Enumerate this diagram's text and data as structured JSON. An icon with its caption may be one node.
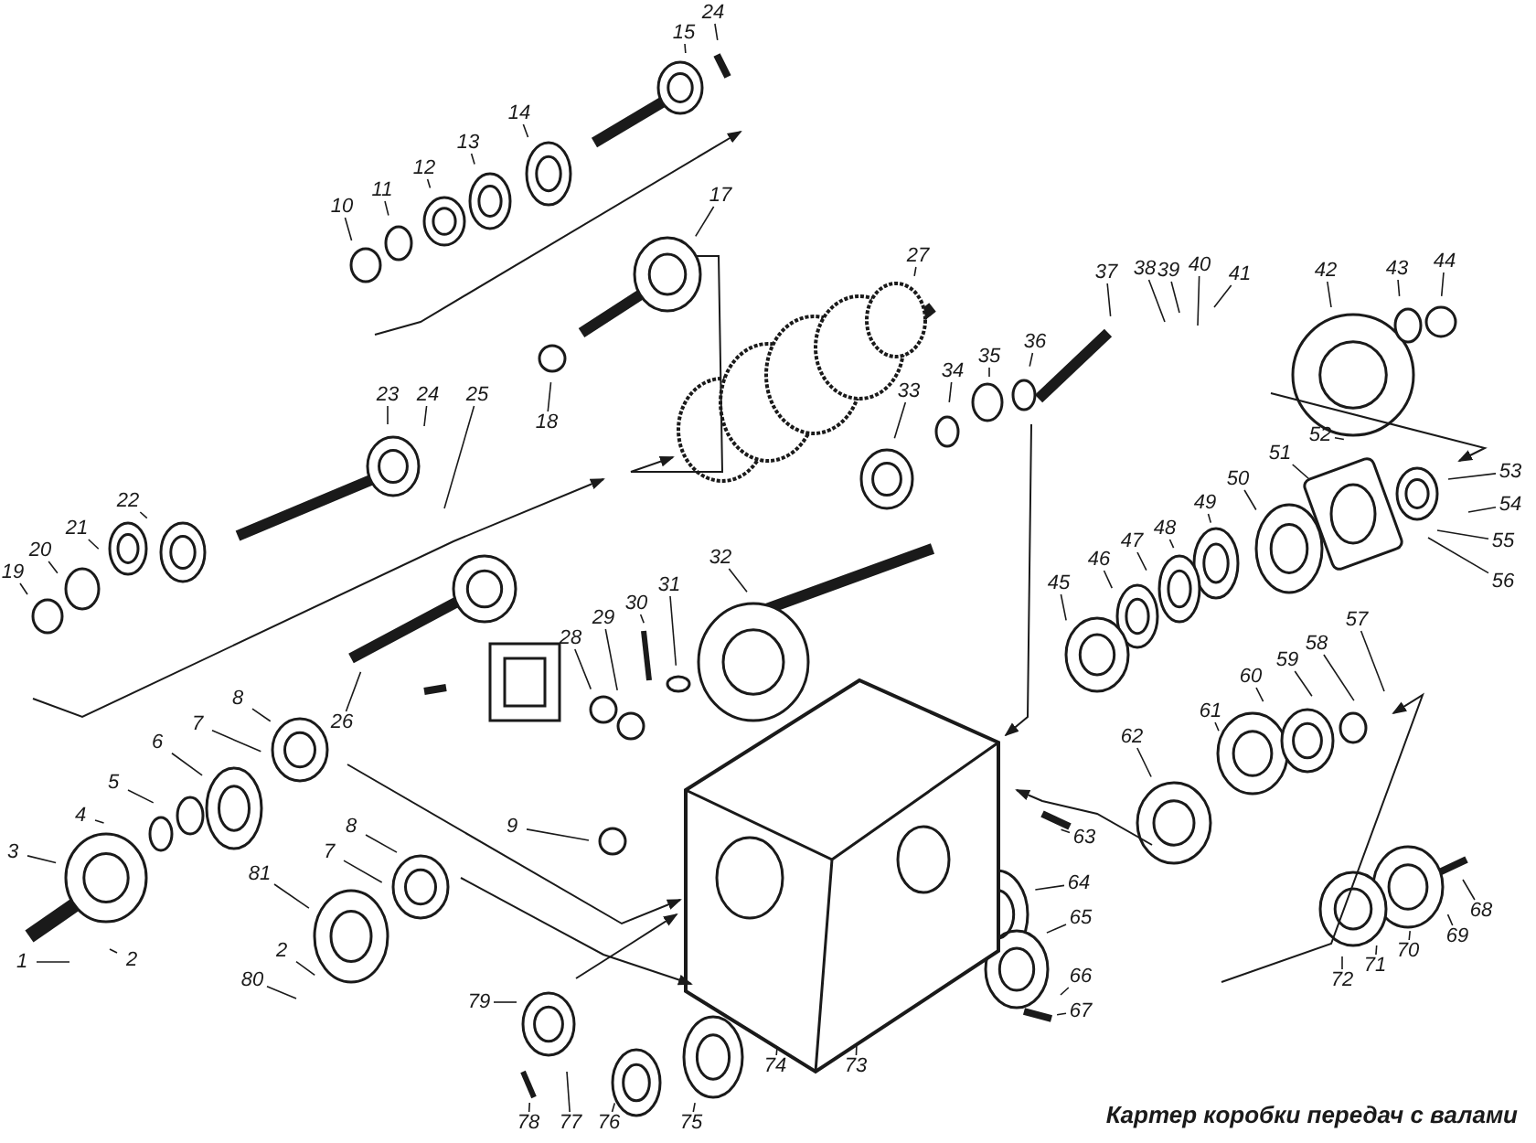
{
  "diagram": {
    "caption": "Картер коробки передач с валами",
    "nodes": [
      {
        "text": [
          "24"
        ]
      },
      {
        "text": [
          "15"
        ]
      },
      {
        "text": [
          "14"
        ]
      },
      {
        "text": [
          "13"
        ]
      },
      {
        "text": [
          "12"
        ]
      },
      {
        "text": [
          "11"
        ]
      },
      {
        "text": [
          "10"
        ]
      },
      {
        "text": [
          "17"
        ]
      },
      {
        "text": [
          "18"
        ]
      },
      {
        "text": [
          "27"
        ]
      },
      {
        "text": [
          "37"
        ]
      },
      {
        "text": [
          "38"
        ]
      },
      {
        "text": [
          "39"
        ]
      },
      {
        "text": [
          "40"
        ]
      },
      {
        "text": [
          "41"
        ]
      },
      {
        "text": [
          "42"
        ]
      },
      {
        "text": [
          "43"
        ]
      },
      {
        "text": [
          "44"
        ]
      },
      {
        "text": [
          "36"
        ]
      },
      {
        "text": [
          "35"
        ]
      },
      {
        "text": [
          "34"
        ]
      },
      {
        "text": [
          "33"
        ]
      },
      {
        "text": [
          "23"
        ]
      },
      {
        "text": [
          "24"
        ]
      },
      {
        "text": [
          "25"
        ]
      },
      {
        "text": [
          "22"
        ]
      },
      {
        "text": [
          "21"
        ]
      },
      {
        "text": [
          "20"
        ]
      },
      {
        "text": [
          "19"
        ]
      },
      {
        "text": [
          "52"
        ]
      },
      {
        "text": [
          "51"
        ]
      },
      {
        "text": [
          "53"
        ]
      },
      {
        "text": [
          "50"
        ]
      },
      {
        "text": [
          "49"
        ]
      },
      {
        "text": [
          "48"
        ]
      },
      {
        "text": [
          "47"
        ]
      },
      {
        "text": [
          "46"
        ]
      },
      {
        "text": [
          "54"
        ]
      },
      {
        "text": [
          "55"
        ]
      },
      {
        "text": [
          "56"
        ]
      },
      {
        "text": [
          "45"
        ]
      },
      {
        "text": [
          "32"
        ]
      },
      {
        "text": [
          "31"
        ]
      },
      {
        "text": [
          "30"
        ]
      },
      {
        "text": [
          "29"
        ]
      },
      {
        "text": [
          "28"
        ]
      },
      {
        "text": [
          "26"
        ]
      },
      {
        "text": [
          "57"
        ]
      },
      {
        "text": [
          "58"
        ]
      },
      {
        "text": [
          "59"
        ]
      },
      {
        "text": [
          "60"
        ]
      },
      {
        "text": [
          "61"
        ]
      },
      {
        "text": [
          "62"
        ]
      },
      {
        "text": [
          "8"
        ]
      },
      {
        "text": [
          "7"
        ]
      },
      {
        "text": [
          "6"
        ]
      },
      {
        "text": [
          "5"
        ]
      },
      {
        "text": [
          "4"
        ]
      },
      {
        "text": [
          "3"
        ]
      },
      {
        "text": [
          "9"
        ]
      },
      {
        "text": [
          "8"
        ]
      },
      {
        "text": [
          "7"
        ]
      },
      {
        "text": [
          "81"
        ]
      },
      {
        "text": [
          "63"
        ]
      },
      {
        "text": [
          "64"
        ]
      },
      {
        "text": [
          "65"
        ]
      },
      {
        "text": [
          "2"
        ]
      },
      {
        "text": [
          "1"
        ]
      },
      {
        "text": [
          "2"
        ]
      },
      {
        "text": [
          "80"
        ]
      },
      {
        "text": [
          "66"
        ]
      },
      {
        "text": [
          "67"
        ]
      },
      {
        "text": [
          "68"
        ]
      },
      {
        "text": [
          "69"
        ]
      },
      {
        "text": [
          "70"
        ]
      },
      {
        "text": [
          "71"
        ]
      },
      {
        "text": [
          "72"
        ]
      },
      {
        "text": [
          "79"
        ]
      },
      {
        "text": [
          "73"
        ]
      },
      {
        "text": [
          "74"
        ]
      },
      {
        "text": [
          "78"
        ]
      },
      {
        "text": [
          "77"
        ]
      },
      {
        "text": [
          "76"
        ]
      },
      {
        "text": [
          "75"
        ]
      }
    ],
    "edges": [
      {
        "from": 0,
        "to": null,
        "arrow": "none"
      },
      {
        "from": 1,
        "to": null,
        "arrow": "none"
      },
      {
        "from": 2,
        "to": null,
        "arrow": "none"
      },
      {
        "from": 3,
        "to": null,
        "arrow": "none"
      },
      {
        "from": 4,
        "to": null,
        "arrow": "none"
      },
      {
        "from": 5,
        "to": null,
        "arrow": "none"
      },
      {
        "from": 6,
        "to": null,
        "arrow": "none"
      },
      {
        "from": 7,
        "to": null,
        "arrow": "none"
      },
      {
        "from": 8,
        "to": null,
        "arrow": "none"
      },
      {
        "from": 9,
        "to": null,
        "arrow": "none"
      },
      {
        "from": 10,
        "to": null,
        "arrow": "none"
      },
      {
        "from": 11,
        "to": null,
        "arrow": "none"
      },
      {
        "from": 12,
        "to": null,
        "arrow": "none"
      },
      {
        "from": 13,
        "to": null,
        "arrow": "none"
      },
      {
        "from": 14,
        "to": null,
        "arrow": "none"
      },
      {
        "from": 15,
        "to": null,
        "arrow": "none"
      },
      {
        "from": 16,
        "to": null,
        "arrow": "none"
      },
      {
        "from": 17,
        "to": null,
        "arrow": "none"
      },
      {
        "from": 18,
        "to": null,
        "arrow": "none"
      },
      {
        "from": 19,
        "to": null,
        "arrow": "none"
      },
      {
        "from": 20,
        "to": null,
        "arrow": "none"
      },
      {
        "from": 21,
        "to": null,
        "arrow": "none"
      },
      {
        "from": 22,
        "to": null,
        "arrow": "none"
      },
      {
        "from": 23,
        "to": null,
        "arrow": "none"
      },
      {
        "from": 24,
        "to": null,
        "arrow": "none"
      },
      {
        "from": 25,
        "to": null,
        "arrow": "none"
      },
      {
        "from": 26,
        "to": null,
        "arrow": "none"
      },
      {
        "from": 27,
        "to": null,
        "arrow": "none"
      },
      {
        "from": 28,
        "to": null,
        "arrow": "none"
      },
      {
        "from": 29,
        "to": null,
        "arrow": "none"
      },
      {
        "from": 30,
        "to": null,
        "arrow": "none"
      },
      {
        "from": 31,
        "to": null,
        "arrow": "none"
      },
      {
        "from": 32,
        "to": null,
        "arrow": "none"
      },
      {
        "from": 33,
        "to": null,
        "arrow": "none"
      },
      {
        "from": 34,
        "to": null,
        "arrow": "none"
      },
      {
        "from": 35,
        "to": null,
        "arrow": "none"
      },
      {
        "from": 36,
        "to": null,
        "arrow": "none"
      },
      {
        "from": 37,
        "to": null,
        "arrow": "none"
      },
      {
        "from": 38,
        "to": null,
        "arrow": "none"
      },
      {
        "from": 39,
        "to": null,
        "arrow": "none"
      },
      {
        "from": 40,
        "to": null,
        "arrow": "none"
      },
      {
        "from": 41,
        "to": null,
        "arrow": "none"
      },
      {
        "from": 42,
        "to": null,
        "arrow": "none"
      },
      {
        "from": 43,
        "to": null,
        "arrow": "none"
      },
      {
        "from": 44,
        "to": null,
        "arrow": "none"
      },
      {
        "from": 45,
        "to": null,
        "arrow": "none"
      },
      {
        "from": 46,
        "to": null,
        "arrow": "none"
      },
      {
        "from": 47,
        "to": null,
        "arrow": "none"
      },
      {
        "from": 48,
        "to": null,
        "arrow": "none"
      },
      {
        "from": 49,
        "to": null,
        "arrow": "none"
      },
      {
        "from": 50,
        "to": null,
        "arrow": "none"
      },
      {
        "from": 51,
        "to": null,
        "arrow": "none"
      },
      {
        "from": 52,
        "to": null,
        "arrow": "none"
      },
      {
        "from": 53,
        "to": null,
        "arrow": "none"
      },
      {
        "from": 54,
        "to": null,
        "arrow": "none"
      },
      {
        "from": 55,
        "to": null,
        "arrow": "none"
      },
      {
        "from": 56,
        "to": null,
        "arrow": "none"
      },
      {
        "from": 57,
        "to": null,
        "arrow": "none"
      },
      {
        "from": 58,
        "to": null,
        "arrow": "none"
      },
      {
        "from": 59,
        "to": null,
        "arrow": "none"
      },
      {
        "from": 60,
        "to": null,
        "arrow": "none"
      },
      {
        "from": 61,
        "to": null,
        "arrow": "none"
      },
      {
        "from": 62,
        "to": null,
        "arrow": "none"
      },
      {
        "from": 63,
        "to": null,
        "arrow": "none"
      },
      {
        "from": 64,
        "to": null,
        "arrow": "none"
      },
      {
        "from": 65,
        "to": null,
        "arrow": "none"
      },
      {
        "from": 66,
        "to": null,
        "arrow": "none"
      },
      {
        "from": 67,
        "to": null,
        "arrow": "none"
      },
      {
        "from": 68,
        "to": null,
        "arrow": "none"
      },
      {
        "from": 69,
        "to": null,
        "arrow": "none"
      },
      {
        "from": 70,
        "to": null,
        "arrow": "none"
      },
      {
        "from": 71,
        "to": null,
        "arrow": "none"
      },
      {
        "from": 72,
        "to": null,
        "arrow": "none"
      },
      {
        "from": 73,
        "to": null,
        "arrow": "none"
      },
      {
        "from": 74,
        "to": null,
        "arrow": "none"
      },
      {
        "from": 75,
        "to": null,
        "arrow": "none"
      },
      {
        "from": 76,
        "to": null,
        "arrow": "none"
      },
      {
        "from": 77,
        "to": null,
        "arrow": "none"
      },
      {
        "from": 78,
        "to": null,
        "arrow": "none"
      },
      {
        "from": 79,
        "to": null,
        "arrow": "none"
      },
      {
        "from": 80,
        "to": null,
        "arrow": "none"
      },
      {
        "from": 81,
        "to": null,
        "arrow": "none"
      },
      {
        "from": 82,
        "to": null,
        "arrow": "none"
      },
      {
        "from": 83,
        "to": null,
        "arrow": "none"
      }
    ]
  }
}
